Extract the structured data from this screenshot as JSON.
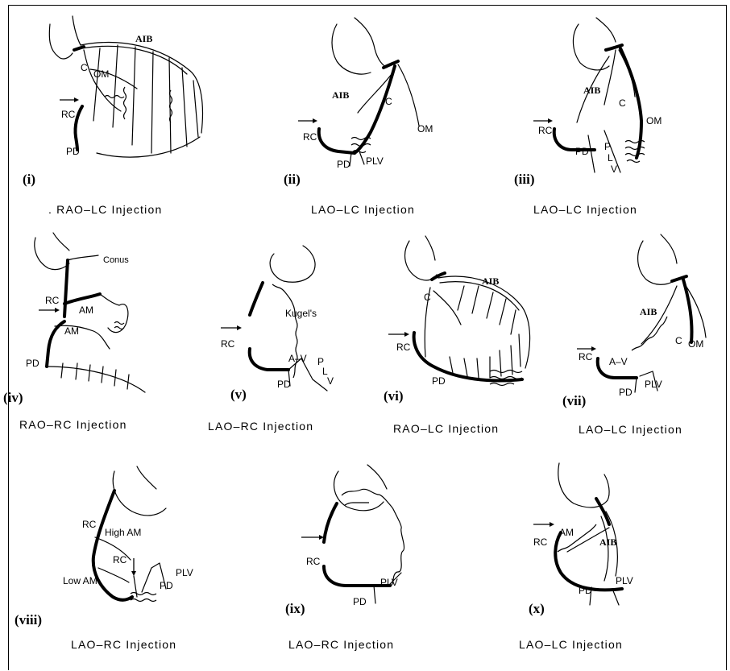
{
  "panels": [
    {
      "id": "i",
      "number": "(i)",
      "caption": ". RAO–LC Injection",
      "labels": {
        "aib": "AIB",
        "c": "C",
        "om": "OM",
        "rc": "RC",
        "pd": "PD"
      }
    },
    {
      "id": "ii",
      "number": "(ii)",
      "caption": "LAO–LC Injection",
      "labels": {
        "aib": "AIB",
        "c": "C",
        "om": "OM",
        "rc": "RC",
        "pd": "PD",
        "plv": "PLV"
      }
    },
    {
      "id": "iii",
      "number": "(iii)",
      "caption": "LAO–LC Injection",
      "labels": {
        "aib": "AIB",
        "c": "C",
        "om": "OM",
        "rc": "RC",
        "pd": "PD",
        "p": "P",
        "l": "L",
        "v": "V"
      }
    },
    {
      "id": "iv",
      "number": "(iv)",
      "caption": "RAO–RC Injection",
      "labels": {
        "conus": "Conus",
        "rc": "RC",
        "am1": "AM",
        "am2": "AM",
        "pd": "PD"
      }
    },
    {
      "id": "v",
      "number": "(v)",
      "caption": "LAO–RC Injection",
      "labels": {
        "kugels": "Kugel's",
        "rc": "RC",
        "av": "A–V",
        "pd": "PD",
        "p": "P",
        "l": "L",
        "v": "V"
      }
    },
    {
      "id": "vi",
      "number": "(vi)",
      "caption": "RAO–LC Injection",
      "labels": {
        "aib": "AIB",
        "c": "C",
        "rc": "RC",
        "pd": "PD"
      }
    },
    {
      "id": "vii",
      "number": "(vii)",
      "caption": "LAO–LC Injection",
      "labels": {
        "aib": "AIB",
        "c": "C",
        "om": "OM",
        "rc": "RC",
        "av": "A–V",
        "pd": "PD",
        "plv": "PLV"
      }
    },
    {
      "id": "viii",
      "number": "(viii)",
      "caption": "LAO–RC Injection",
      "labels": {
        "rc": "RC",
        "high_am": "High AM",
        "rc2": "RC",
        "low_am": "Low AM",
        "pd": "PD",
        "plv": "PLV"
      }
    },
    {
      "id": "ix",
      "number": "(ix)",
      "caption": "LAO–RC Injection",
      "labels": {
        "rc": "RC",
        "pd": "PD",
        "plv": "PLV"
      }
    },
    {
      "id": "x",
      "number": "(x)",
      "caption": "LAO–LC Injection",
      "labels": {
        "rc": "RC",
        "am": "AM",
        "aib": "AIB",
        "pd": "PD",
        "plv": "PLV"
      }
    }
  ]
}
